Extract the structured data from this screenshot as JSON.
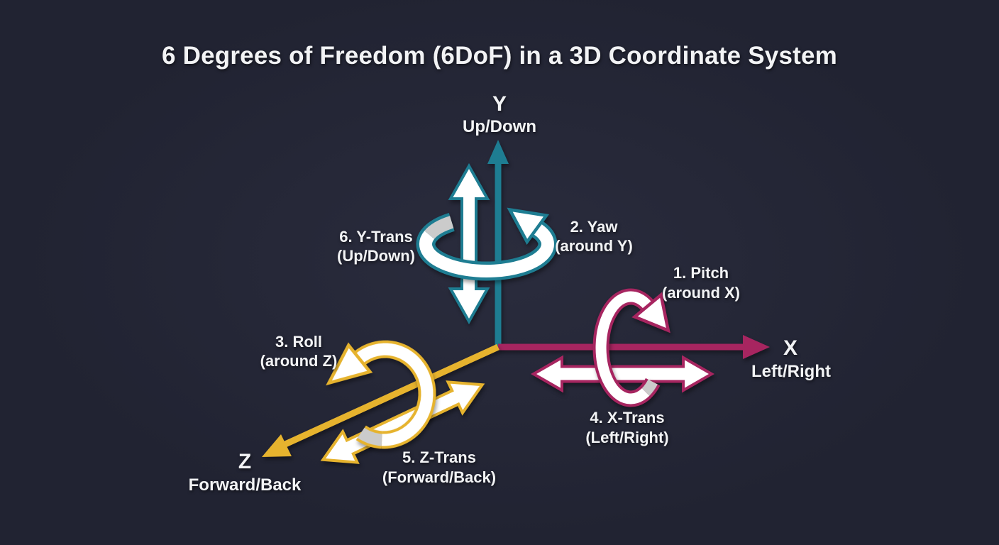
{
  "title": "6 Degrees of Freedom (6DoF) in a 3D Coordinate System",
  "colors": {
    "background": "#212332",
    "background_highlight": "#2a2c3d",
    "text_color": "#f2f3f5",
    "teal": "#1e7d92",
    "magenta": "#a72560",
    "gold": "#e6b32e",
    "arrow_white": "#ffffff",
    "ribbon_grey": "#cbcbcb"
  },
  "axes": {
    "y": {
      "letter": "Y",
      "sublabel": "Up/Down"
    },
    "x": {
      "letter": "X",
      "sublabel": "Left/Right"
    },
    "z": {
      "letter": "Z",
      "sublabel": "Forward/Back"
    }
  },
  "dof_labels": {
    "pitch": {
      "line1": "1. Pitch",
      "line2": "(around X)"
    },
    "yaw": {
      "line1": "2. Yaw",
      "line2": "(around Y)"
    },
    "roll": {
      "line1": "3. Roll",
      "line2": "(around Z)"
    },
    "x_trans": {
      "line1": "4. X-Trans",
      "line2": "(Left/Right)"
    },
    "z_trans": {
      "line1": "5. Z-Trans",
      "line2": "(Forward/Back)"
    },
    "y_trans": {
      "line1": "6. Y-Trans",
      "line2": "(Up/Down)"
    }
  }
}
